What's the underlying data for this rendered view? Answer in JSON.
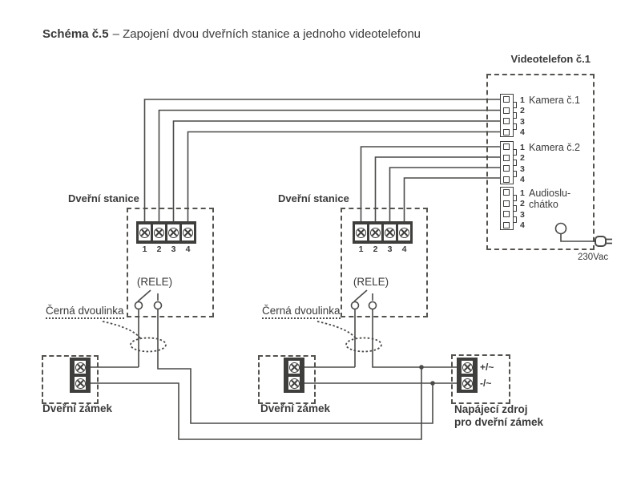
{
  "title": {
    "label_bold": "Schéma č.5",
    "label_rest": "– Zapojení dvou dveřních stanice a jednoho videotelefonu"
  },
  "videotelefon": {
    "title": "Videotelefon č.1",
    "power_label": "230Vac",
    "blocks": [
      {
        "label": "Kamera č.1",
        "terminals": [
          "1",
          "2",
          "3",
          "4"
        ]
      },
      {
        "label": "Kamera č.2",
        "terminals": [
          "1",
          "2",
          "3",
          "4"
        ]
      },
      {
        "label_line1": "Audioslu-",
        "label_line2": "chátko",
        "terminals": [
          "1",
          "2",
          "3",
          "4"
        ]
      }
    ]
  },
  "stations": [
    {
      "label": "Dveřní stanice",
      "relay": "(RELE)",
      "terminals": [
        "1",
        "2",
        "3",
        "4"
      ],
      "cable_label": "Černá dvoulinka"
    },
    {
      "label": "Dveřní stanice",
      "relay": "(RELE)",
      "terminals": [
        "1",
        "2",
        "3",
        "4"
      ],
      "cable_label": "Černá dvoulinka"
    }
  ],
  "locks": [
    {
      "label": "Dveřní zámek"
    },
    {
      "label": "Dveřní zámek"
    }
  ],
  "power_supply": {
    "label_line1": "Napájecí zdroj",
    "label_line2": "pro dveřní zámek",
    "plus": "+/~",
    "minus": "-/~"
  },
  "colors": {
    "line": "#4a4a48",
    "text": "#3a3a3a"
  }
}
